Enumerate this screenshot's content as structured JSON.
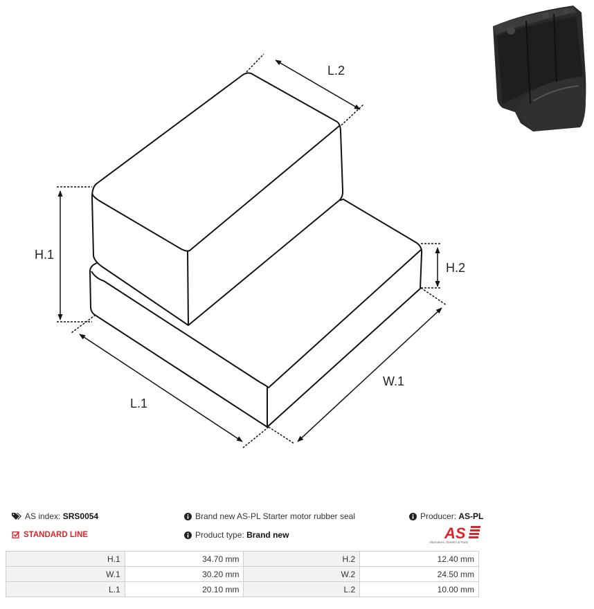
{
  "drawing": {
    "labels": {
      "l2": "L.2",
      "h1": "H.1",
      "h2": "H.2",
      "w1": "W.1",
      "l1": "L.1"
    }
  },
  "photo": {
    "icon": "rubber-seal-photo"
  },
  "info": {
    "as_index_label": "AS index:",
    "as_index_value": "SRS0054",
    "standard_line": "STANDARD LINE",
    "description": "Brand new AS-PL Starter motor rubber seal",
    "product_type_label": "Product type:",
    "product_type_value": "Brand new",
    "producer_label": "Producer:",
    "producer_value": "AS-PL",
    "logo_text": "AS",
    "logo_caption": "Alternators, Starters & Parts",
    "accent_color": "#d9252a"
  },
  "specs": [
    {
      "k1": "H.1",
      "v1": "34.70 mm",
      "k2": "H.2",
      "v2": "12.40 mm"
    },
    {
      "k1": "W.1",
      "v1": "30.20 mm",
      "k2": "W.2",
      "v2": "24.50 mm"
    },
    {
      "k1": "L.1",
      "v1": "20.10 mm",
      "k2": "L.2",
      "v2": "10.00 mm"
    }
  ]
}
